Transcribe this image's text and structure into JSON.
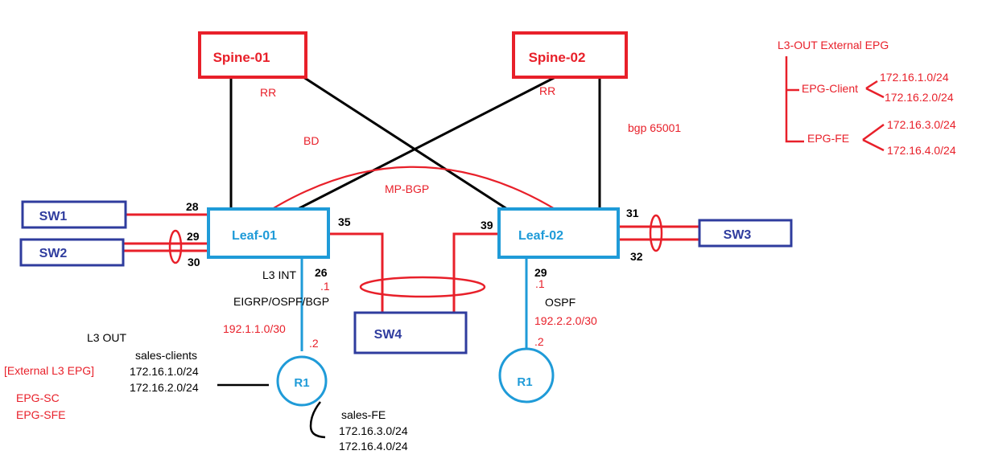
{
  "colors": {
    "red": "#e8202a",
    "navy": "#2f3c9e",
    "blue": "#1f9bd8",
    "black": "#000000"
  },
  "devices": {
    "spine01": "Spine-01",
    "spine02": "Spine-02",
    "leaf01": "Leaf-01",
    "leaf02": "Leaf-02",
    "sw1": "SW1",
    "sw2": "SW2",
    "sw3": "SW3",
    "sw4": "SW4",
    "r1_left": "R1",
    "r1_right": "R1"
  },
  "labels": {
    "rr_left": "RR",
    "rr_right": "RR",
    "bd": "BD",
    "bgp_as": "bgp 65001",
    "mp_bgp": "MP-BGP",
    "l3_int": "L3 INT",
    "eigrp": "EIGRP/OSPF/BGP",
    "ospf": "OSPF",
    "subnet_left": "192.1.1.0/30",
    "subnet_right": "192.2.2.0/30",
    "dot1_left": ".1",
    "dot2_left": ".2",
    "dot1_right": ".1",
    "dot2_right": ".2"
  },
  "ports": {
    "p28": "28",
    "p29_left": "29",
    "p30": "30",
    "p35": "35",
    "p26": "26",
    "p39": "39",
    "p29_right": "29",
    "p31": "31",
    "p32": "32"
  },
  "l3out": {
    "title": "L3 OUT",
    "ext_epg": "[External L3 EPG]",
    "epg_sc": "EPG-SC",
    "epg_sfe": "EPG-SFE",
    "sales_clients": "sales-clients",
    "sc_net1": "172.16.1.0/24",
    "sc_net2": "172.16.2.0/24",
    "sales_fe": "sales-FE",
    "fe_net1": "172.16.3.0/24",
    "fe_net2": "172.16.4.0/24"
  },
  "tree": {
    "title": "L3-OUT External  EPG",
    "epg_client": "EPG-Client",
    "client_net1": "172.16.1.0/24",
    "client_net2": "172.16.2.0/24",
    "epg_fe": "EPG-FE",
    "fe_net1": "172.16.3.0/24",
    "fe_net2": "172.16.4.0/24"
  }
}
